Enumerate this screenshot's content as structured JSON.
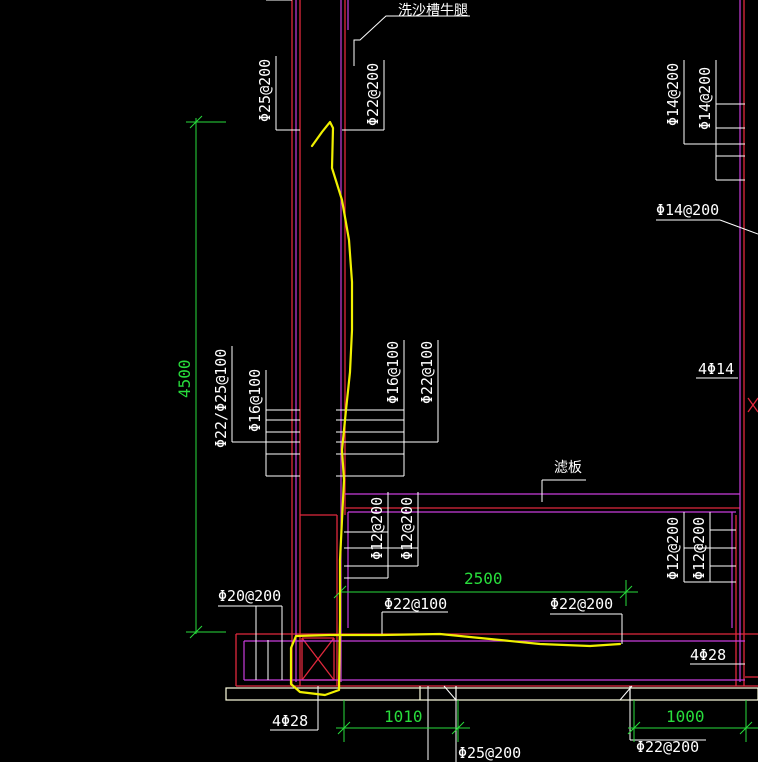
{
  "colors": {
    "background": "#000000",
    "red": "#e0283c",
    "magenta": "#c83cdc",
    "white": "#ffffff",
    "green": "#28dc3c",
    "yellow": "#f0f000",
    "cream": "#ffffe0"
  },
  "labels": {
    "sand_tank_corbel": "洗沙槽牛腿",
    "filter_plate": "滤板",
    "left_wall_top": "Φ25@200",
    "mid_wall_top": "Φ22@200",
    "right_wall_top_1": "Φ14@200",
    "right_wall_top_2": "Φ14@200",
    "right_leader": "Φ14@200",
    "right_mid": "4Φ14",
    "left_wall_mid_1": "Φ22/Φ25@100",
    "left_wall_mid_2": "Φ16@100",
    "mid_wall_mid_1": "Φ16@100",
    "mid_wall_mid_2": "Φ22@100",
    "lower_left_1": "Φ12@200",
    "lower_left_2": "Φ12@200",
    "lower_right_1": "Φ12@200",
    "lower_right_2": "Φ12@200",
    "base_left": "Φ20@200",
    "base_mid": "Φ22@100",
    "base_right": "Φ22@200",
    "beam_right": "4Φ28",
    "beam_left": "4Φ28",
    "bottom_mid": "Φ25@200",
    "bottom_right": "Φ22@200"
  },
  "dimensions": {
    "height": "4500",
    "span": "2500",
    "left_width": "1010",
    "right_width": "1000"
  }
}
